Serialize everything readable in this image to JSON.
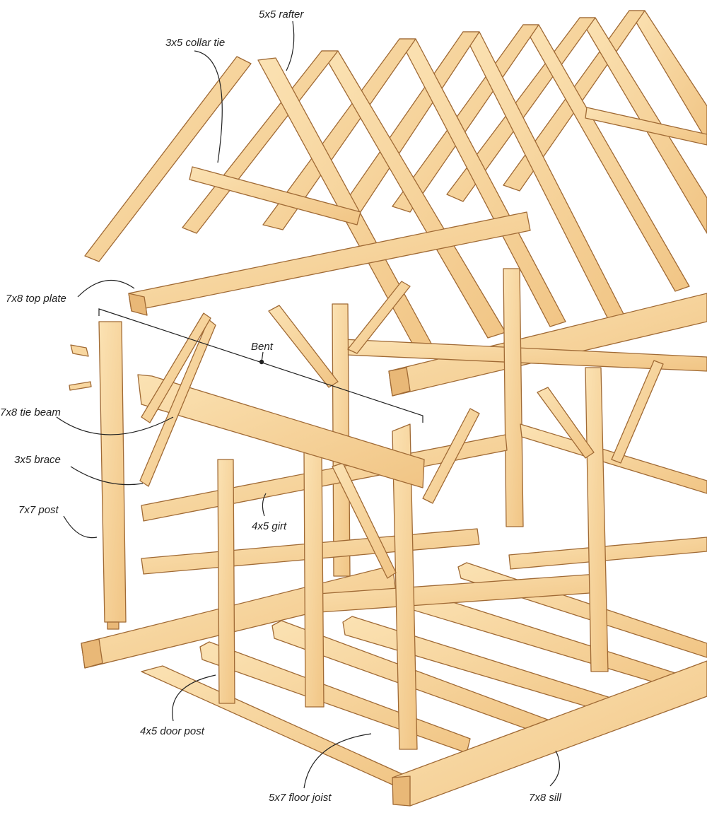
{
  "labels": {
    "rafter": "5x5 rafter",
    "collar_tie": "3x5 collar tie",
    "top_plate": "7x8 top plate",
    "bent": "Bent",
    "tie_beam": "7x8 tie beam",
    "brace": "3x5 brace",
    "post": "7x7 post",
    "girt": "4x5 girt",
    "door_post": "4x5 door post",
    "floor_joist": "5x7 floor joist",
    "sill": "7x8 sill"
  },
  "colors": {
    "timber": "#f8d7a0",
    "timber_dark": "#e9b877",
    "timber_shadow": "#d49a5a",
    "outline": "#a06a35",
    "ink": "#222222"
  }
}
